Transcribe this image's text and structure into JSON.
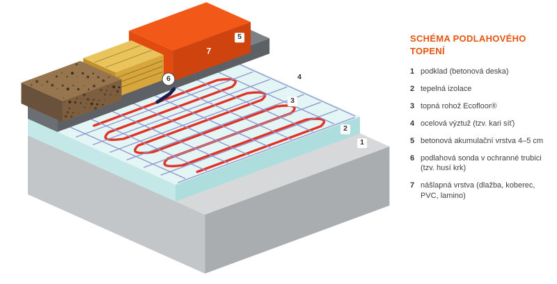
{
  "legend": {
    "title": "SCHÉMA PODLAHOVÉHO TOPENÍ",
    "items": [
      {
        "num": "1",
        "text": "podklad (betonová deska)"
      },
      {
        "num": "2",
        "text": "tepelná izolace"
      },
      {
        "num": "3",
        "text": "topná rohož Ecofloor®"
      },
      {
        "num": "4",
        "text": "ocelová výztuž (tzv. kari síť)"
      },
      {
        "num": "5",
        "text": "betonová akumulační vrstva 4–5 cm"
      },
      {
        "num": "6",
        "text": "podlahová sonda v ochranné trubici (tzv. husí krk)"
      },
      {
        "num": "7",
        "text": "nášlapná vrstva (dlažba, koberec, PVC, lamino)"
      }
    ]
  },
  "diagram": {
    "callouts": [
      "1",
      "2",
      "3",
      "4",
      "5",
      "6",
      "7"
    ],
    "colors": {
      "title": "#e5530f",
      "slab_top": "#d6d8da",
      "slab_left": "#c3c6c8",
      "slab_front": "#aaadaf",
      "insulation_top": "#e3f5f4",
      "insulation_left": "#c4e8e7",
      "insulation_front": "#aedddd",
      "cable": "#e23125",
      "mesh": "#9093cb",
      "concrete_top": "#7d8185",
      "concrete_left": "#6b6f73",
      "concrete_front": "#5d6165",
      "conduit": "#1c1d4f",
      "finish_top": "#f25818",
      "finish_left": "#e14b10",
      "finish_front": "#cf430e",
      "wood_top": "#e9c35c",
      "wood_left": "#c08f2e",
      "wood_front": "#d7a63c",
      "wood_grain": "#96701f",
      "soil_top": "#97764f",
      "soil_left": "#6a513b",
      "soil_front": "#7d5e3e",
      "soil_speckle": "#55402a",
      "soil_speckle2": "#3e2e1d"
    }
  }
}
